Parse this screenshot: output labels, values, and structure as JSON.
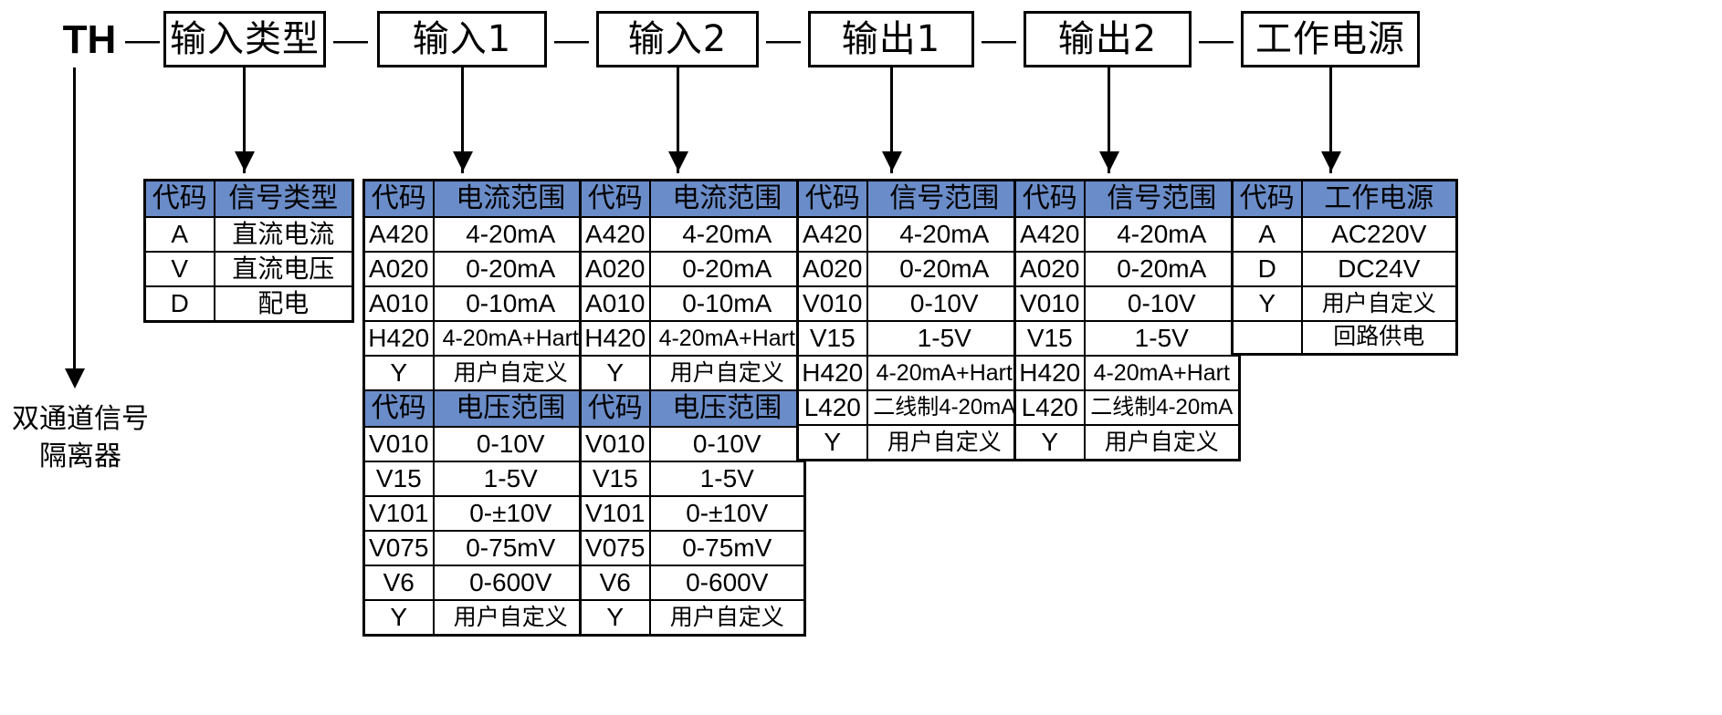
{
  "header": {
    "model_prefix": "TH",
    "separator": "—",
    "boxes": [
      {
        "label": "输入类型"
      },
      {
        "label": "输入1"
      },
      {
        "label": "输入2"
      },
      {
        "label": "输出1"
      },
      {
        "label": "输出2"
      },
      {
        "label": "工作电源"
      }
    ]
  },
  "caption": {
    "line1": "双通道信号",
    "line2": "隔离器"
  },
  "tables": {
    "input_type": {
      "headers": [
        "代码",
        "信号类型"
      ],
      "rows": [
        [
          "A",
          "直流电流"
        ],
        [
          "V",
          "直流电压"
        ],
        [
          "D",
          "配电"
        ]
      ]
    },
    "input1": {
      "section1": {
        "headers": [
          "代码",
          "电流范围"
        ],
        "rows": [
          [
            "A420",
            "4-20mA"
          ],
          [
            "A020",
            "0-20mA"
          ],
          [
            "A010",
            "0-10mA"
          ],
          [
            "H420",
            "4-20mA+Hart"
          ],
          [
            "Y",
            "用户自定义"
          ]
        ]
      },
      "section2": {
        "headers": [
          "代码",
          "电压范围"
        ],
        "rows": [
          [
            "V010",
            "0-10V"
          ],
          [
            "V15",
            "1-5V"
          ],
          [
            "V101",
            "0-±10V"
          ],
          [
            "V075",
            "0-75mV"
          ],
          [
            "V6",
            "0-600V"
          ],
          [
            "Y",
            "用户自定义"
          ]
        ]
      }
    },
    "input2": {
      "section1": {
        "headers": [
          "代码",
          "电流范围"
        ],
        "rows": [
          [
            "A420",
            "4-20mA"
          ],
          [
            "A020",
            "0-20mA"
          ],
          [
            "A010",
            "0-10mA"
          ],
          [
            "H420",
            "4-20mA+Hart"
          ],
          [
            "Y",
            "用户自定义"
          ]
        ]
      },
      "section2": {
        "headers": [
          "代码",
          "电压范围"
        ],
        "rows": [
          [
            "V010",
            "0-10V"
          ],
          [
            "V15",
            "1-5V"
          ],
          [
            "V101",
            "0-±10V"
          ],
          [
            "V075",
            "0-75mV"
          ],
          [
            "V6",
            "0-600V"
          ],
          [
            "Y",
            "用户自定义"
          ]
        ]
      }
    },
    "output1": {
      "headers": [
        "代码",
        "信号范围"
      ],
      "rows": [
        [
          "A420",
          "4-20mA"
        ],
        [
          "A020",
          "0-20mA"
        ],
        [
          "V010",
          "0-10V"
        ],
        [
          "V15",
          "1-5V"
        ],
        [
          "H420",
          "4-20mA+Hart"
        ],
        [
          "L420",
          "二线制4-20mA"
        ],
        [
          "Y",
          "用户自定义"
        ]
      ]
    },
    "output2": {
      "headers": [
        "代码",
        "信号范围"
      ],
      "rows": [
        [
          "A420",
          "4-20mA"
        ],
        [
          "A020",
          "0-20mA"
        ],
        [
          "V010",
          "0-10V"
        ],
        [
          "V15",
          "1-5V"
        ],
        [
          "H420",
          "4-20mA+Hart"
        ],
        [
          "L420",
          "二线制4-20mA"
        ],
        [
          "Y",
          "用户自定义"
        ]
      ]
    },
    "power": {
      "headers": [
        "代码",
        "工作电源"
      ],
      "rows": [
        [
          "A",
          "AC220V"
        ],
        [
          "D",
          "DC24V"
        ],
        [
          "Y",
          "用户自定义"
        ],
        [
          "",
          "回路供电"
        ]
      ]
    }
  },
  "colors": {
    "header_fill": "#6a8cc8",
    "line": "#000000",
    "background": "#ffffff"
  }
}
